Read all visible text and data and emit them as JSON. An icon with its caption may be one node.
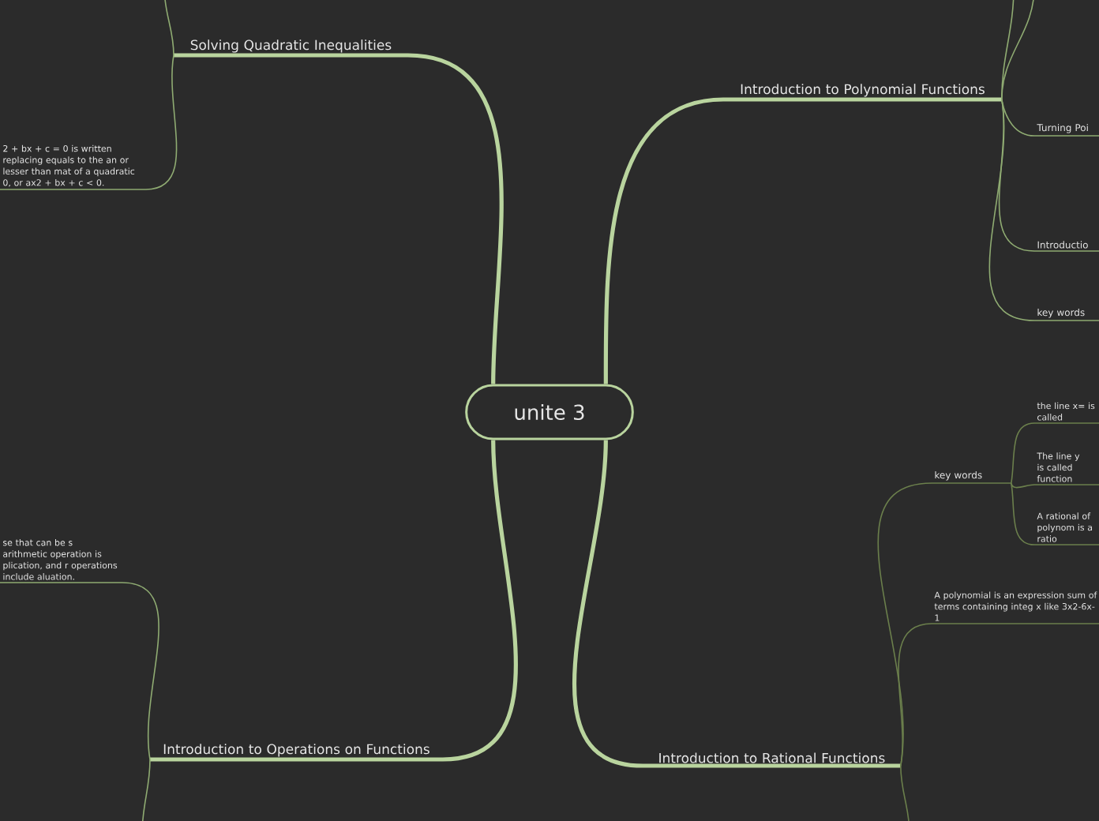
{
  "diagram": {
    "nodes": [
      {
        "text": [
          "unite 3"
        ]
      },
      {
        "text": [
          "Solving Quadratic Inequalities"
        ]
      },
      {
        "text": [
          "2 + bx + c = 0 is written replacing equals to the an or lesser than mat of a quadratic 0, or ax2 + bx + c < 0."
        ]
      },
      {
        "text": [
          "Introduction to Polynomial Functions"
        ]
      },
      {
        "text": [
          "Turning Poi"
        ]
      },
      {
        "text": [
          "Introductio"
        ]
      },
      {
        "text": [
          "key words"
        ]
      },
      {
        "text": [
          "Introduction to Rational Functions"
        ]
      },
      {
        "text": [
          "key words"
        ]
      },
      {
        "text": [
          "the line x= is called"
        ]
      },
      {
        "text": [
          "The line y is called function"
        ]
      },
      {
        "text": [
          "A rational of polynom is a ratio"
        ]
      },
      {
        "text": [
          "A polynomial is an expression sum of terms containing integ x like 3x2-6x-1"
        ]
      },
      {
        "text": [
          "Introduction to Operations on Functions"
        ]
      },
      {
        "text": [
          "se that can be s arithmetic operation is plication, and r operations include aluation."
        ]
      }
    ],
    "edges": [
      {
        "from": 0,
        "to": 1,
        "arrow": "none",
        "style": "thick",
        "color": "#b9d49e"
      },
      {
        "from": 1,
        "to": null,
        "arrow": "none"
      },
      {
        "from": 1,
        "to": 2,
        "arrow": "none"
      },
      {
        "from": 0,
        "to": 3,
        "arrow": "none",
        "style": "thick",
        "color": "#b9d49e"
      },
      {
        "from": 3,
        "to": null,
        "arrow": "none"
      },
      {
        "from": 3,
        "to": null,
        "arrow": "none"
      },
      {
        "from": 3,
        "to": 4,
        "arrow": "none"
      },
      {
        "from": 3,
        "to": 5,
        "arrow": "none"
      },
      {
        "from": 3,
        "to": 6,
        "arrow": "none"
      },
      {
        "from": 0,
        "to": 7,
        "arrow": "none",
        "style": "thick",
        "color": "#b9d49e"
      },
      {
        "from": 7,
        "to": 8,
        "arrow": "none",
        "color": "#6b7f4c"
      },
      {
        "from": 8,
        "to": 9,
        "arrow": "none",
        "color": "#6b7f4c"
      },
      {
        "from": 8,
        "to": 10,
        "arrow": "none",
        "color": "#6b7f4c"
      },
      {
        "from": 8,
        "to": 11,
        "arrow": "none",
        "color": "#6b7f4c"
      },
      {
        "from": 7,
        "to": 12,
        "arrow": "none",
        "color": "#6b7f4c"
      },
      {
        "from": 7,
        "to": null,
        "arrow": "none",
        "color": "#6b7f4c"
      },
      {
        "from": 0,
        "to": 13,
        "arrow": "none",
        "style": "thick",
        "color": "#b9d49e"
      },
      {
        "from": 13,
        "to": 14,
        "arrow": "none"
      },
      {
        "from": 13,
        "to": null,
        "arrow": "none"
      }
    ]
  }
}
